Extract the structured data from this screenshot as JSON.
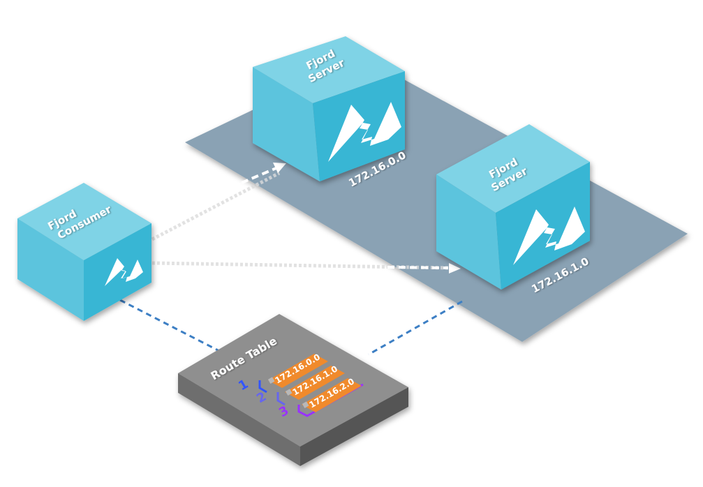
{
  "nodes": {
    "server_a": {
      "line1": "Fjord",
      "line2": "Server",
      "ip": "172.16.0.0"
    },
    "server_b": {
      "line1": "Fjord",
      "line2": "Server",
      "ip": "172.16.1.0"
    },
    "consumer": {
      "line1": "Fjord",
      "line2": "Consumer"
    }
  },
  "route_table": {
    "title": "Route Table",
    "entries": [
      {
        "ip": "172.16.0.0",
        "index": "1",
        "color": "#3355ff"
      },
      {
        "ip": "172.16.1.0",
        "index": "2",
        "color": "#6666ee"
      },
      {
        "ip": "172.16.2.0",
        "index": "3",
        "color": "#9933ff"
      }
    ]
  },
  "colors": {
    "cube_top": "#7fd3e6",
    "cube_left": "#5cc4dd",
    "cube_right": "#37b6d4",
    "plane": "#8aa2b4",
    "route_entry": "#f08a2c",
    "dashed_link": "#3d7fc4"
  }
}
